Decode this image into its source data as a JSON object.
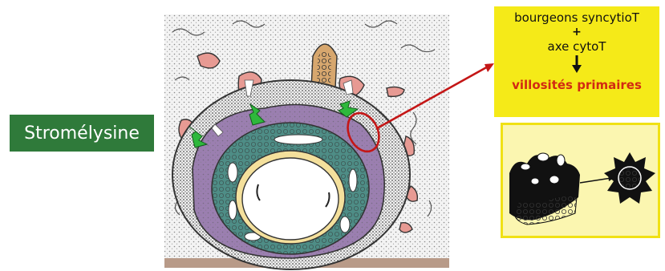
{
  "enzyme_label": "Stromélysine",
  "note": {
    "line1": "bourgeons syncytioT",
    "plus": "+",
    "line2": "axe cytoT",
    "result": "villosités primaires"
  },
  "colors": {
    "label_bg": "#2f7a3a",
    "note_bg": "#f5ea18",
    "result_text": "#d22a12",
    "pointer": "#c41616",
    "green_arrows": "#2eb83c",
    "vessels": "#e79a93",
    "syncytio_layer": "#9b7fb0",
    "cyto_layer": "#4e8d86"
  },
  "icons": {
    "down_arrow": "down-arrow-icon"
  }
}
